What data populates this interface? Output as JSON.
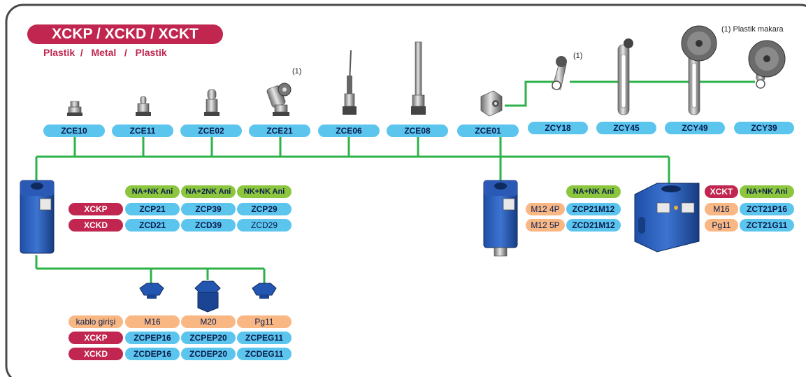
{
  "header": {
    "title": "XCKP / XCKD / XCKT",
    "subtitle": "Plastik  /   Metal   /   Plastik"
  },
  "footnote": "(1) Plastik makara",
  "footnote_marker": "(1)",
  "heads": [
    "ZCE10",
    "ZCE11",
    "ZCE02",
    "ZCE21",
    "ZCE06",
    "ZCE08",
    "ZCE01"
  ],
  "levers": [
    "ZCY18",
    "ZCY45",
    "ZCY49",
    "ZCY39"
  ],
  "left_table": {
    "headers": [
      "NA+NK Ani",
      "NA+2NK Ani",
      "NK+NK Ani"
    ],
    "rows": [
      {
        "label": "XCKP",
        "cells": [
          "ZCP21",
          "ZCP39",
          "ZCP29"
        ]
      },
      {
        "label": "XCKD",
        "cells": [
          "ZCD21",
          "ZCD39",
          "ZCD29"
        ]
      }
    ]
  },
  "mid_table": {
    "header": "NA+NK Ani",
    "rows": [
      {
        "label": "M12 4P",
        "cell": "ZCP21M12"
      },
      {
        "label": "M12 5P",
        "cell": "ZCD21M12"
      }
    ]
  },
  "right_table": {
    "label": "XCKT",
    "header": "NA+NK Ani",
    "rows": [
      {
        "label": "M16",
        "cell": "ZCT21P16"
      },
      {
        "label": "Pg11",
        "cell": "ZCT21G11"
      }
    ]
  },
  "cable_table": {
    "header_label": "kablo girişi",
    "headers": [
      "M16",
      "M20",
      "Pg11"
    ],
    "rows": [
      {
        "label": "XCKP",
        "cells": [
          "ZCPEP16",
          "ZCPEP20",
          "ZCPEG11"
        ]
      },
      {
        "label": "XCKD",
        "cells": [
          "ZCDEP16",
          "ZCDEP20",
          "ZCDEG11"
        ]
      }
    ]
  },
  "colors": {
    "line": "#2db24a",
    "blue": "#5cc5ee",
    "red": "#c0264f",
    "green": "#8cc63f",
    "orange": "#f9b784",
    "frame": "#4a4a4a"
  }
}
